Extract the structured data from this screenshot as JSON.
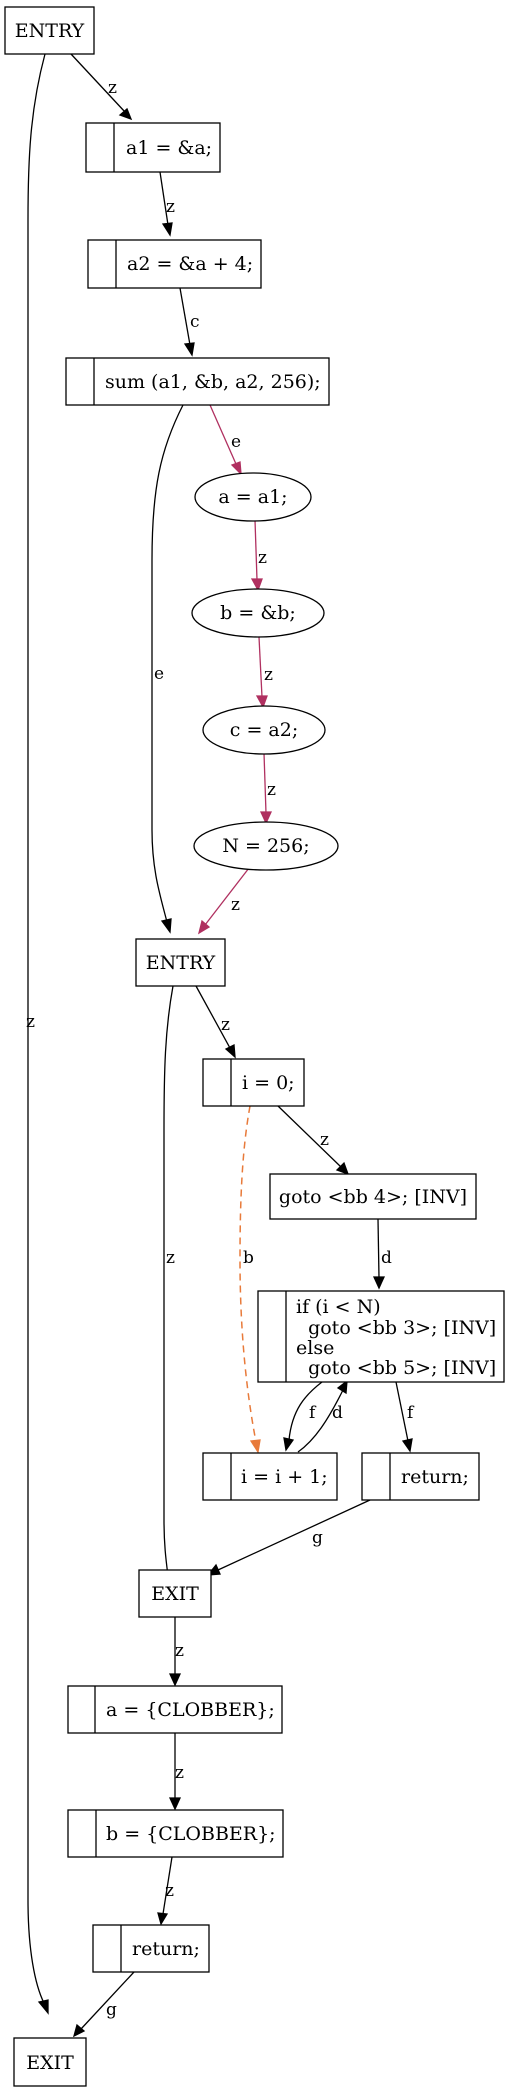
{
  "nodes": {
    "entry_outer": "ENTRY",
    "a1_assign": "a1 = &a;",
    "a2_assign": "a2 = &a + 4;",
    "sum_call": "sum (a1, &b, a2, 256);",
    "param_a": "a = a1;",
    "param_b": "b =  &b;",
    "param_c": "c =  a2;",
    "param_n": "N =  256;",
    "entry_inner": "ENTRY",
    "i_init": "i = 0;",
    "goto_bb4": "goto <bb 4>; [INV]",
    "if_line1": "if (i < N)",
    "if_line2": "  goto <bb 3>; [INV]",
    "if_line3": "else",
    "if_line4": "  goto <bb 5>; [INV]",
    "i_incr": "i = i + 1;",
    "return_inner": "return;",
    "exit_inner": "EXIT",
    "a_clobber": "a = {CLOBBER};",
    "b_clobber": "b = {CLOBBER};",
    "return_outer": "return;",
    "exit_outer": "EXIT"
  },
  "edge_labels": {
    "entry_to_a1": "z",
    "entry_to_exit": "z",
    "a1_to_a2": "z",
    "a2_to_sum": "c",
    "sum_to_param_a": "e",
    "sum_to_entry_inner": "e",
    "param_a_to_b": "z",
    "param_b_to_c": "z",
    "param_c_to_n": "z",
    "param_n_to_entry": "z",
    "entry_inner_to_i": "z",
    "entry_inner_to_exit": "z",
    "i_to_goto": "z",
    "i_to_incr": "b",
    "goto_to_if": "d",
    "if_to_incr": "f",
    "incr_to_if": "d",
    "if_to_return": "f",
    "return_to_exit": "g",
    "exit_to_a_clobber": "z",
    "a_clobber_to_b_clobber": "z",
    "b_clobber_to_return": "z",
    "return_to_exit_outer": "g"
  },
  "colors": {
    "black_edge": "#000000",
    "inline_edge": "#b03060",
    "loop_edge": "#e87a3a"
  }
}
